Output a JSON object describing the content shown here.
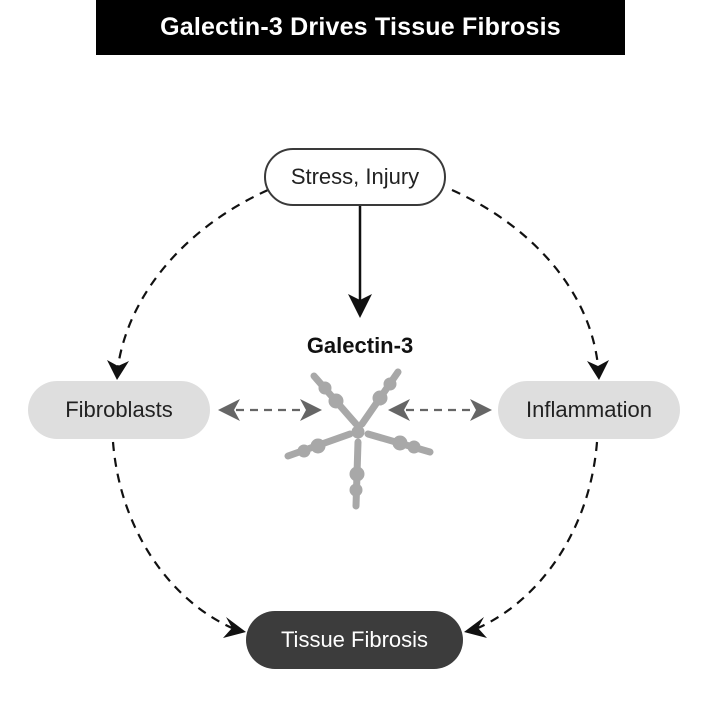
{
  "title": "Galectin-3 Drives Tissue Fibrosis",
  "nodes": {
    "stress": "Stress, Injury",
    "fibroblasts": "Fibroblasts",
    "inflammation": "Inflammation",
    "tissue_fibrosis": "Tissue Fibrosis"
  },
  "center_label": "Galectin-3",
  "colors": {
    "title_bg": "#000000",
    "title_text": "#ffffff",
    "node_gray": "#dedede",
    "node_dark": "#3c3c3c",
    "arrow_dark": "#111111",
    "arrow_gray": "#666666",
    "molecule": "#a8a8a8"
  },
  "edges": [
    {
      "from": "stress",
      "to": "galectin-3",
      "style": "solid"
    },
    {
      "from": "stress",
      "to": "fibroblasts",
      "style": "dashed"
    },
    {
      "from": "stress",
      "to": "inflammation",
      "style": "dashed"
    },
    {
      "from": "fibroblasts",
      "to": "tissue_fibrosis",
      "style": "dashed"
    },
    {
      "from": "inflammation",
      "to": "tissue_fibrosis",
      "style": "dashed"
    },
    {
      "from": "fibroblasts",
      "to": "galectin-3",
      "style": "dashed",
      "bidirectional": true
    },
    {
      "from": "inflammation",
      "to": "galectin-3",
      "style": "dashed",
      "bidirectional": true
    }
  ]
}
